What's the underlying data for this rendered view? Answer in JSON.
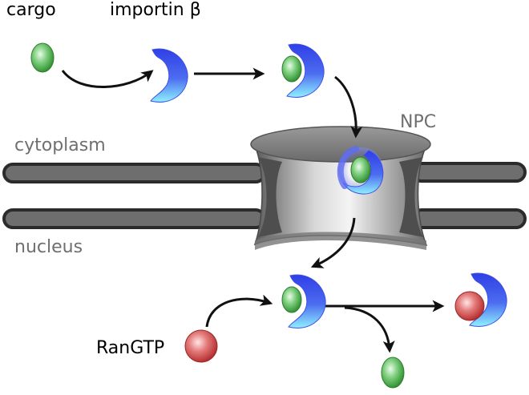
{
  "labels": {
    "cargo": "cargo",
    "importin": "importin β",
    "npc": "NPC",
    "cytoplasm": "cytoplasm",
    "nucleus": "nucleus",
    "rangtp": "RanGTP"
  },
  "colors": {
    "cargo_green": "#3fa63f",
    "importin_blue": "#3b46e8",
    "importin_light": "#7fe8ff",
    "ran_red": "#d23a3a",
    "membrane_gray": "#6e6e6e",
    "label_gray": "#6f6f6f",
    "arrow": "#111111"
  }
}
